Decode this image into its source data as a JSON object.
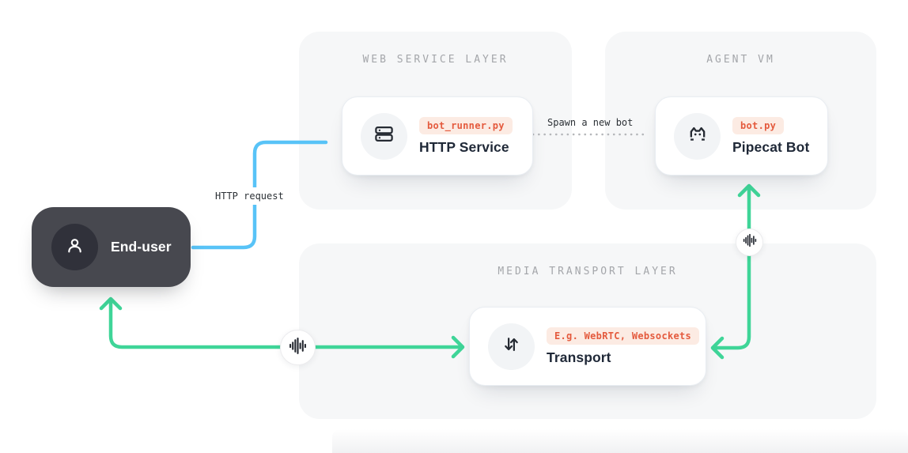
{
  "layers": {
    "web_service": {
      "title": "WEB SERVICE LAYER"
    },
    "agent_vm": {
      "title": "AGENT VM"
    },
    "media_transport": {
      "title": "MEDIA TRANSPORT LAYER"
    }
  },
  "nodes": {
    "end_user": {
      "label": "End-user",
      "icon": "user-icon"
    },
    "http_service": {
      "label": "HTTP Service",
      "badge": "bot_runner.py",
      "icon": "server-icon"
    },
    "pipecat_bot": {
      "label": "Pipecat Bot",
      "badge": "bot.py",
      "icon": "pipecat-cat-icon"
    },
    "transport": {
      "label": "Transport",
      "badge": "E.g. WebRTC, Websockets",
      "icon": "transfer-arrows-icon"
    }
  },
  "edges": {
    "http_request": {
      "label": "HTTP request",
      "style": "solid",
      "color": "#58c3f7"
    },
    "spawn_bot": {
      "label": "Spawn a new bot",
      "style": "dotted",
      "color": "#b5b7ba"
    },
    "user_transport_audio": {
      "style": "solid",
      "color": "#3fd598",
      "icon": "audio-waveform-icon"
    },
    "transport_bot_audio": {
      "style": "solid",
      "color": "#3fd598",
      "icon": "audio-waveform-icon"
    }
  },
  "colors": {
    "accent_blue": "#58c3f7",
    "accent_green": "#3fd598",
    "dotted_gray": "#b5b7ba",
    "badge_bg": "#fcebe3",
    "badge_text": "#e45a3d",
    "layer_bg": "#f6f7f8",
    "layer_title": "#a4a6aa",
    "card_title": "#1f2837",
    "end_user_bg": "#47484f",
    "icon_dark": "#262b33"
  }
}
